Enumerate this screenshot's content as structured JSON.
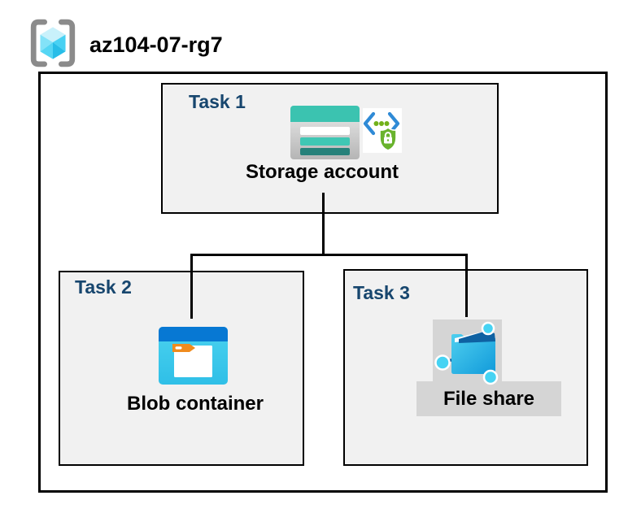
{
  "header": {
    "title": "az104-07-rg7",
    "icon": "resource-group-icon"
  },
  "diagram": {
    "type": "azure-resource-group-diagram",
    "resource_group": "az104-07-rg7",
    "tasks": [
      {
        "label": "Task 1",
        "node": {
          "label": "Storage account",
          "icons": [
            "storage-account-icon",
            "secure-access-icon"
          ]
        }
      },
      {
        "label": "Task 2",
        "node": {
          "label": "Blob container",
          "icons": [
            "blob-container-icon"
          ]
        }
      },
      {
        "label": "Task 3",
        "node": {
          "label": "File share",
          "icons": [
            "file-share-icon"
          ],
          "highlighted": true
        }
      }
    ],
    "connections": [
      {
        "from": "Storage account",
        "to": "Blob container"
      },
      {
        "from": "Storage account",
        "to": "File share"
      }
    ],
    "colors": {
      "task_title": "#17466e",
      "box_fill": "#f1f1f1",
      "box_border": "#000000",
      "connector": "#000000",
      "teal_accent": "#3bc3b0",
      "teal_dark": "#26817a",
      "azure_blue": "#0778d3",
      "cyan_body": "#3ac7ea",
      "orange_tab": "#f08b1d",
      "shield_green": "#69b32d",
      "highlight_gray": "#d5d5d5"
    }
  }
}
